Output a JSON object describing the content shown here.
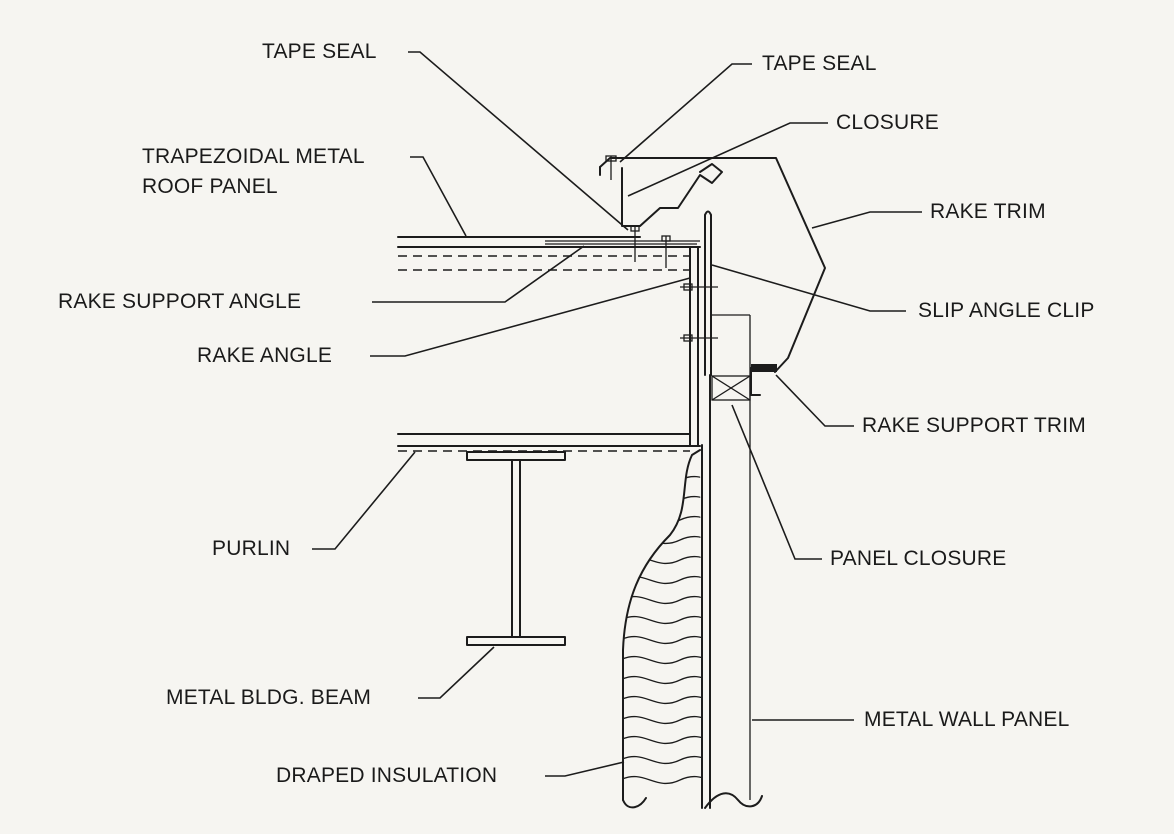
{
  "labels": {
    "tape_seal_left": "TAPE SEAL",
    "tape_seal_right": "TAPE SEAL",
    "closure": "CLOSURE",
    "roof_panel_line1": "TRAPEZOIDAL METAL",
    "roof_panel_line2": "ROOF PANEL",
    "rake_trim": "RAKE TRIM",
    "rake_support_angle": "RAKE SUPPORT ANGLE",
    "slip_angle_clip": "SLIP ANGLE CLIP",
    "rake_angle": "RAKE ANGLE",
    "rake_support_trim": "RAKE SUPPORT TRIM",
    "panel_closure": "PANEL CLOSURE",
    "purlin": "PURLIN",
    "metal_bldg_beam": "METAL BLDG. BEAM",
    "metal_wall_panel": "METAL WALL PANEL",
    "draped_insulation": "DRAPED INSULATION"
  }
}
